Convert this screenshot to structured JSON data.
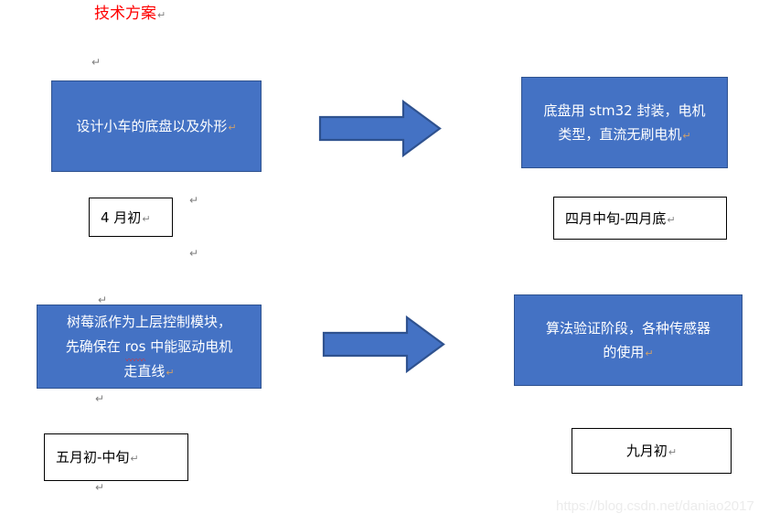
{
  "document": {
    "title": "技术方案",
    "title_color": "#FF0000",
    "pilcrow_glyph": "↵",
    "page_background": "#FFFFFF"
  },
  "theme": {
    "box_fill": "#4472C4",
    "box_border": "#2F528F",
    "box_text": "#FFFFFF",
    "date_border": "#000000",
    "date_text": "#000000",
    "arrow_fill": "#4472C4",
    "arrow_border": "#2F528F",
    "spellcheck_underline": "#E03030",
    "watermark_color": "#ECECEC"
  },
  "flow": {
    "boxes": [
      {
        "id": "design-chassis",
        "lines": [
          "设计小车的底盘以及外形"
        ],
        "misspelled": "",
        "date_label": "4 月初"
      },
      {
        "id": "stm32-packaging",
        "lines": [
          "底盘用 stm32 封装，电机",
          "类型，直流无刷电机"
        ],
        "misspelled": "",
        "date_label": "四月中旬-四月底"
      },
      {
        "id": "raspberry-pi-control",
        "lines": [
          "树莓派作为上层控制模块，",
          "先确保在 ros 中能驱动电机",
          "走直线"
        ],
        "misspelled": "ros",
        "date_label": "五月初-中旬"
      },
      {
        "id": "algorithm-validation",
        "lines": [
          "算法验证阶段，各种传感器",
          "的使用"
        ],
        "misspelled": "",
        "date_label": "九月初"
      }
    ],
    "arrows": [
      {
        "id": "arrow-row-1",
        "direction": "right"
      },
      {
        "id": "arrow-row-2",
        "direction": "right"
      }
    ]
  },
  "watermark": {
    "text": "https://blog.csdn.net/daniao2017"
  }
}
